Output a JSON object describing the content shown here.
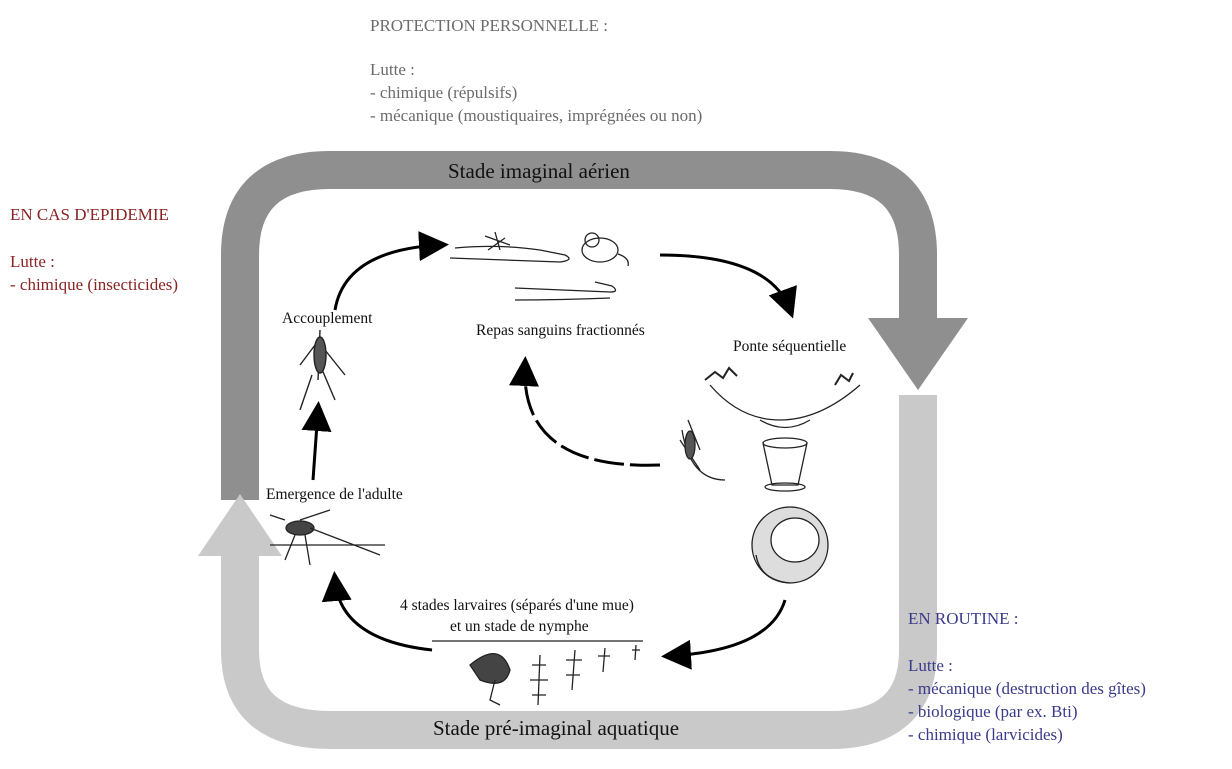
{
  "protection": {
    "heading": "PROTECTION PERSONNELLE :",
    "lutte": "Lutte :",
    "items": [
      "- chimique (répulsifs)",
      "- mécanique (moustiquaires, imprégnées ou non)"
    ]
  },
  "epidemic": {
    "heading": "EN CAS D'EPIDEMIE",
    "lutte": "Lutte :",
    "items": [
      "- chimique (insecticides)"
    ]
  },
  "routine": {
    "heading": "EN ROUTINE :",
    "lutte": "Lutte :",
    "items": [
      "- mécanique (destruction des gîtes)",
      "- biologique (par ex. Bti)",
      "- chimique (larvicides)"
    ]
  },
  "cycle": {
    "aerial_stage": "Stade imaginal aérien",
    "aquatic_stage": "Stade pré-imaginal aquatique",
    "mating": "Accouplement",
    "blood_meals": "Repas sanguins fractionnés",
    "egg_laying": "Ponte séquentielle",
    "emergence": "Emergence de l'adulte",
    "larvae_line1": "4 stades larvaires (séparés d'une mue)",
    "larvae_line2": "et un stade de nymphe"
  },
  "colors": {
    "aerial_arrow": "#8f8f8f",
    "aquatic_arrow": "#c9c9c9",
    "epidemic_text": "#8b2323",
    "routine_text": "#3a3a8a",
    "protection_text": "#6b6b6b"
  }
}
